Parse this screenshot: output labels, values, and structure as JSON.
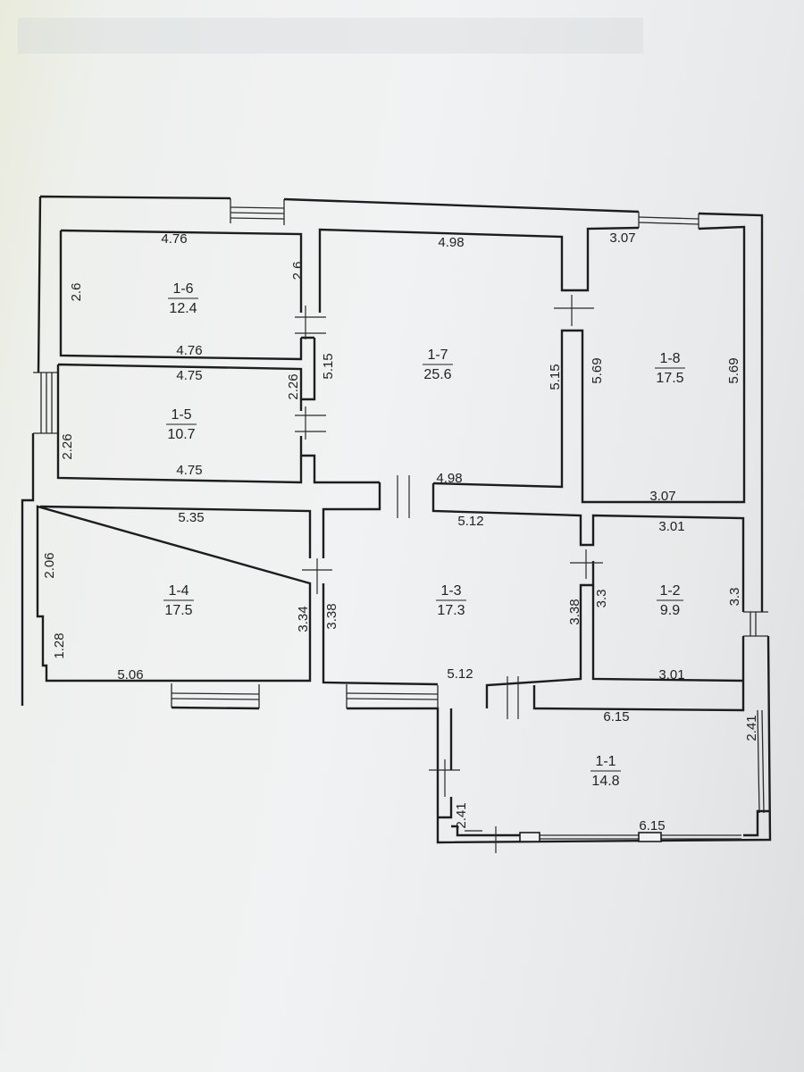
{
  "rooms": [
    {
      "id": "1-6",
      "area": "12.4"
    },
    {
      "id": "1-5",
      "area": "10.7"
    },
    {
      "id": "1-7",
      "area": "25.6"
    },
    {
      "id": "1-8",
      "area": "17.5"
    },
    {
      "id": "1-4",
      "area": "17.5"
    },
    {
      "id": "1-3",
      "area": "17.3"
    },
    {
      "id": "1-2",
      "area": "9.9"
    },
    {
      "id": "1-1",
      "area": "14.8"
    }
  ],
  "dimensions": {
    "r16_top": "4.76",
    "r16_left": "2.6",
    "r16_right": "2.6",
    "r16_bottom": "4.76",
    "r15_top": "4.75",
    "r15_right": "2.26",
    "r15_left": "2.26",
    "r15_bottom": "4.75",
    "r17_top": "4.98",
    "r17_left": "5.15",
    "r17_right": "5.15",
    "r17_bottom": "4.98",
    "r18_top": "3.07",
    "r18_left": "5.69",
    "r18_right": "5.69",
    "r18_bottom": "3.07",
    "r14_top": "5.35",
    "r14_left_upper": "2.06",
    "r14_left_lower": "1.28",
    "r14_bottom": "5.06",
    "r14_right": "3.34",
    "r13_left": "3.38",
    "r13_top": "5.12",
    "r13_right": "3.38",
    "r13_bottom": "5.12",
    "r12_top": "3.01",
    "r12_left": "3.3",
    "r12_right": "3.3",
    "r12_bottom": "3.01",
    "r11_top": "6.15",
    "r11_right": "2.41",
    "r11_left": "2.41",
    "r11_bottom": "6.15"
  }
}
